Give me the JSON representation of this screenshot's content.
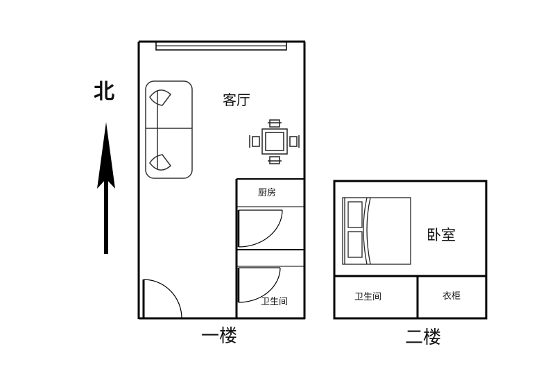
{
  "compass": {
    "label": "北",
    "icon": "north-arrow-icon"
  },
  "floor1": {
    "caption": "一楼",
    "rooms": {
      "living": "客厅",
      "kitchen": "厨房",
      "bathroom": "卫生间"
    },
    "furniture": [
      "sofa-icon",
      "dining-table-icon",
      "door-swing-icon",
      "window-icon"
    ]
  },
  "floor2": {
    "caption": "二楼",
    "rooms": {
      "bedroom": "卧室",
      "bathroom": "卫生间",
      "wardrobe": "衣柜"
    },
    "furniture": [
      "bed-icon"
    ]
  },
  "colors": {
    "wall": "#000000",
    "line": "#222222",
    "background": "#ffffff"
  }
}
